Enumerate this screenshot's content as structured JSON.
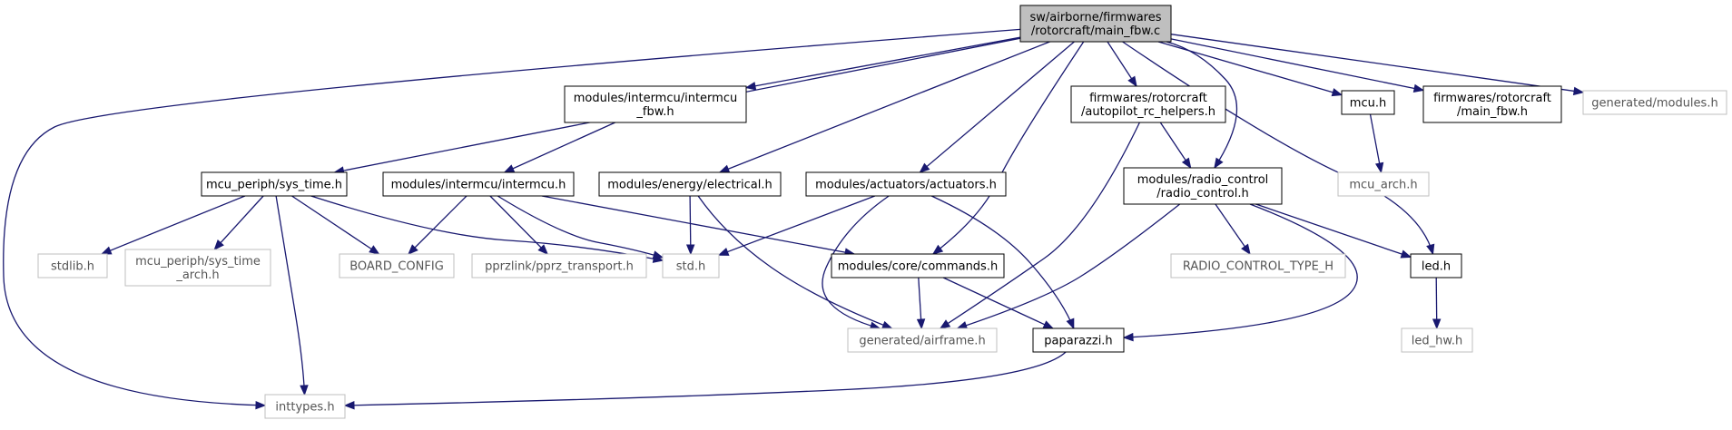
{
  "graph": {
    "colors": {
      "edge": "#191970",
      "node_border_strong": "#000000",
      "node_border_weak": "#bfbfbf",
      "root_fill": "#bfbfbf",
      "text_strong": "#000000",
      "text_weak": "#555555"
    },
    "nodes": [
      {
        "id": "main_fbw_c",
        "lines": [
          "sw/airborne/firmwares",
          "/rotorcraft/main_fbw.c"
        ],
        "style": "root"
      },
      {
        "id": "intermcu_fbw_h",
        "lines": [
          "modules/intermcu/intermcu",
          "_fbw.h"
        ],
        "style": "strong"
      },
      {
        "id": "autopilot_rc_helpers_h",
        "lines": [
          "firmwares/rotorcraft",
          "/autopilot_rc_helpers.h"
        ],
        "style": "strong"
      },
      {
        "id": "mcu_h",
        "lines": [
          "mcu.h"
        ],
        "style": "strong"
      },
      {
        "id": "main_fbw_h",
        "lines": [
          "firmwares/rotorcraft",
          "/main_fbw.h"
        ],
        "style": "strong"
      },
      {
        "id": "generated_modules_h",
        "lines": [
          "generated/modules.h"
        ],
        "style": "weak"
      },
      {
        "id": "sys_time_h",
        "lines": [
          "mcu_periph/sys_time.h"
        ],
        "style": "strong"
      },
      {
        "id": "intermcu_h",
        "lines": [
          "modules/intermcu/intermcu.h"
        ],
        "style": "strong"
      },
      {
        "id": "electrical_h",
        "lines": [
          "modules/energy/electrical.h"
        ],
        "style": "strong"
      },
      {
        "id": "actuators_h",
        "lines": [
          "modules/actuators/actuators.h"
        ],
        "style": "strong"
      },
      {
        "id": "radio_control_h",
        "lines": [
          "modules/radio_control",
          "/radio_control.h"
        ],
        "style": "strong"
      },
      {
        "id": "mcu_arch_h",
        "lines": [
          "mcu_arch.h"
        ],
        "style": "weak"
      },
      {
        "id": "stdlib_h",
        "lines": [
          "stdlib.h"
        ],
        "style": "weak"
      },
      {
        "id": "sys_time_arch_h",
        "lines": [
          "mcu_periph/sys_time",
          "_arch.h"
        ],
        "style": "weak"
      },
      {
        "id": "board_config",
        "lines": [
          "BOARD_CONFIG"
        ],
        "style": "weak"
      },
      {
        "id": "pprz_transport_h",
        "lines": [
          "pprzlink/pprz_transport.h"
        ],
        "style": "weak"
      },
      {
        "id": "std_h",
        "lines": [
          "std.h"
        ],
        "style": "weak"
      },
      {
        "id": "commands_h",
        "lines": [
          "modules/core/commands.h"
        ],
        "style": "strong"
      },
      {
        "id": "radio_control_type_h",
        "lines": [
          "RADIO_CONTROL_TYPE_H"
        ],
        "style": "weak"
      },
      {
        "id": "led_h",
        "lines": [
          "led.h"
        ],
        "style": "strong"
      },
      {
        "id": "generated_airframe_h",
        "lines": [
          "generated/airframe.h"
        ],
        "style": "weak"
      },
      {
        "id": "paparazzi_h",
        "lines": [
          "paparazzi.h"
        ],
        "style": "strong"
      },
      {
        "id": "led_hw_h",
        "lines": [
          "led_hw.h"
        ],
        "style": "weak"
      },
      {
        "id": "inttypes_h",
        "lines": [
          "inttypes.h"
        ],
        "style": "weak"
      }
    ],
    "edges": [
      {
        "from": "main_fbw_c",
        "to": "inttypes_h"
      },
      {
        "from": "main_fbw_c",
        "to": "sys_time_h"
      },
      {
        "from": "main_fbw_c",
        "to": "intermcu_fbw_h"
      },
      {
        "from": "main_fbw_c",
        "to": "electrical_h"
      },
      {
        "from": "main_fbw_c",
        "to": "actuators_h"
      },
      {
        "from": "main_fbw_c",
        "to": "commands_h"
      },
      {
        "from": "main_fbw_c",
        "to": "autopilot_rc_helpers_h"
      },
      {
        "from": "main_fbw_c",
        "to": "radio_control_h"
      },
      {
        "from": "main_fbw_c",
        "to": "led_h"
      },
      {
        "from": "main_fbw_c",
        "to": "mcu_h"
      },
      {
        "from": "main_fbw_c",
        "to": "main_fbw_h"
      },
      {
        "from": "main_fbw_c",
        "to": "generated_modules_h"
      },
      {
        "from": "intermcu_fbw_h",
        "to": "intermcu_h"
      },
      {
        "from": "sys_time_h",
        "to": "stdlib_h"
      },
      {
        "from": "sys_time_h",
        "to": "sys_time_arch_h"
      },
      {
        "from": "sys_time_h",
        "to": "board_config"
      },
      {
        "from": "sys_time_h",
        "to": "std_h"
      },
      {
        "from": "sys_time_h",
        "to": "inttypes_h"
      },
      {
        "from": "intermcu_h",
        "to": "board_config"
      },
      {
        "from": "intermcu_h",
        "to": "pprz_transport_h"
      },
      {
        "from": "intermcu_h",
        "to": "std_h"
      },
      {
        "from": "intermcu_h",
        "to": "commands_h"
      },
      {
        "from": "electrical_h",
        "to": "std_h"
      },
      {
        "from": "electrical_h",
        "to": "generated_airframe_h"
      },
      {
        "from": "actuators_h",
        "to": "std_h"
      },
      {
        "from": "actuators_h",
        "to": "generated_airframe_h"
      },
      {
        "from": "actuators_h",
        "to": "paparazzi_h"
      },
      {
        "from": "commands_h",
        "to": "generated_airframe_h"
      },
      {
        "from": "commands_h",
        "to": "paparazzi_h"
      },
      {
        "from": "autopilot_rc_helpers_h",
        "to": "radio_control_h"
      },
      {
        "from": "autopilot_rc_helpers_h",
        "to": "generated_airframe_h"
      },
      {
        "from": "radio_control_h",
        "to": "radio_control_type_h"
      },
      {
        "from": "radio_control_h",
        "to": "led_h"
      },
      {
        "from": "radio_control_h",
        "to": "generated_airframe_h"
      },
      {
        "from": "radio_control_h",
        "to": "paparazzi_h"
      },
      {
        "from": "led_h",
        "to": "led_hw_h"
      },
      {
        "from": "mcu_h",
        "to": "mcu_arch_h"
      },
      {
        "from": "paparazzi_h",
        "to": "inttypes_h"
      }
    ]
  }
}
